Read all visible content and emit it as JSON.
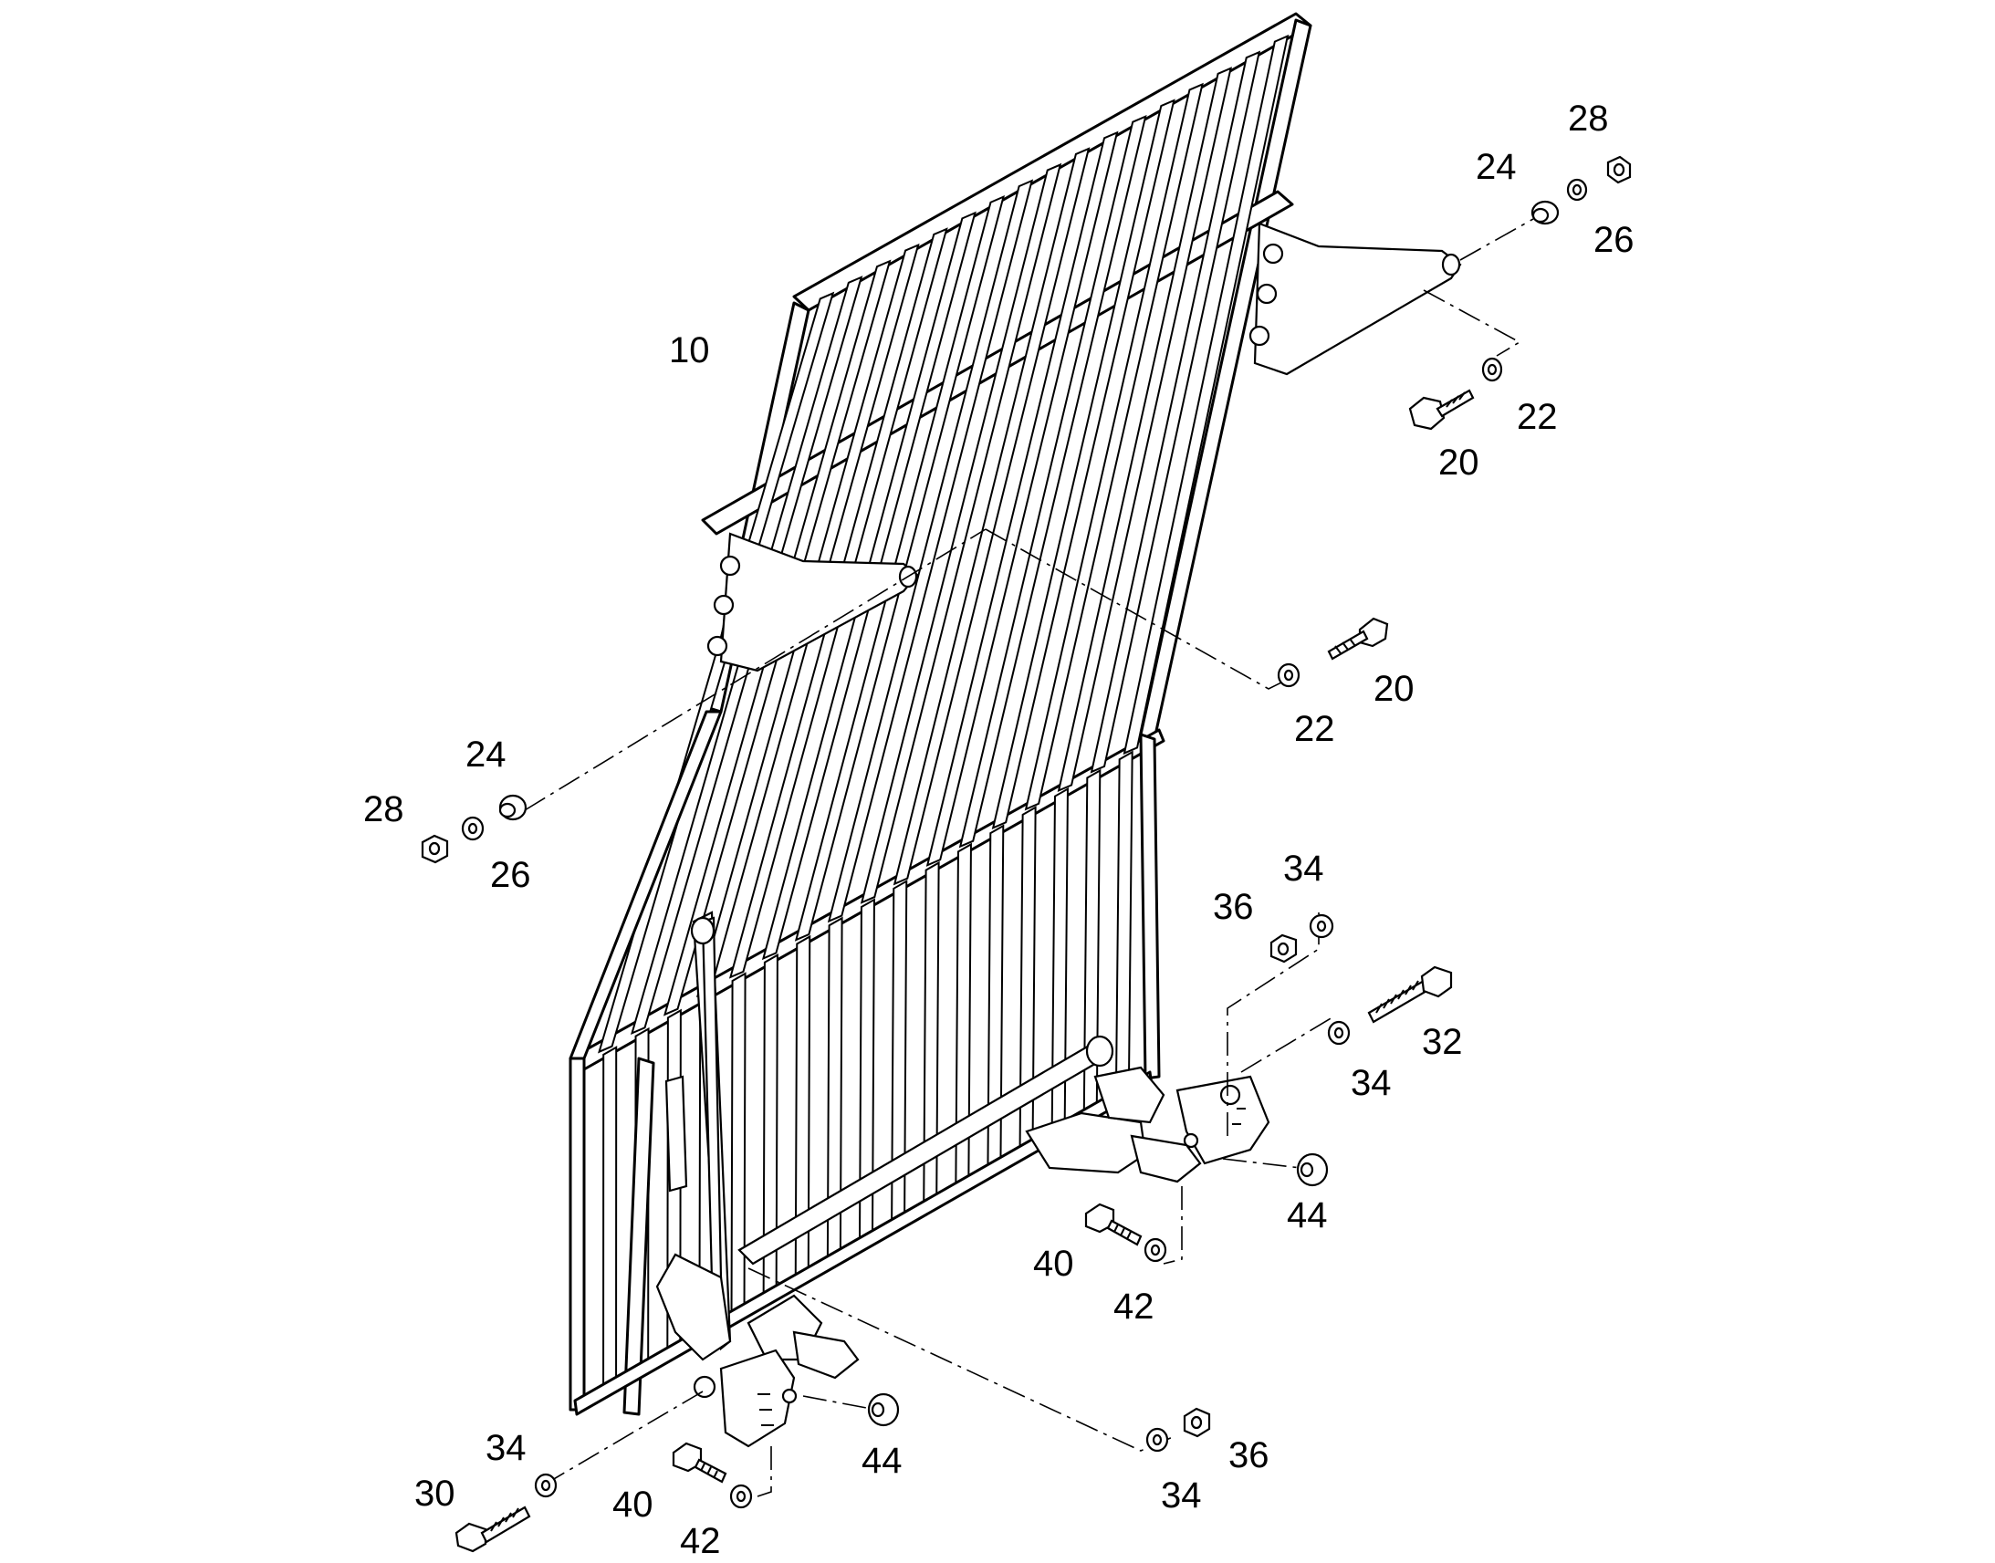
{
  "callouts": [
    {
      "id": "c10",
      "text": "10"
    },
    {
      "id": "c28a",
      "text": "28"
    },
    {
      "id": "c24a",
      "text": "24"
    },
    {
      "id": "c26a",
      "text": "26"
    },
    {
      "id": "c22a",
      "text": "22"
    },
    {
      "id": "c20a",
      "text": "20"
    },
    {
      "id": "c20b",
      "text": "20"
    },
    {
      "id": "c22b",
      "text": "22"
    },
    {
      "id": "c24b",
      "text": "24"
    },
    {
      "id": "c28b",
      "text": "28"
    },
    {
      "id": "c26b",
      "text": "26"
    },
    {
      "id": "c34a",
      "text": "34"
    },
    {
      "id": "c36a",
      "text": "36"
    },
    {
      "id": "c32",
      "text": "32"
    },
    {
      "id": "c34b",
      "text": "34"
    },
    {
      "id": "c44a",
      "text": "44"
    },
    {
      "id": "c40a",
      "text": "40"
    },
    {
      "id": "c42a",
      "text": "42"
    },
    {
      "id": "c34c",
      "text": "34"
    },
    {
      "id": "c30",
      "text": "30"
    },
    {
      "id": "c40b",
      "text": "40"
    },
    {
      "id": "c42b",
      "text": "42"
    },
    {
      "id": "c44b",
      "text": "44"
    },
    {
      "id": "c36b",
      "text": "36"
    },
    {
      "id": "c34d",
      "text": "34"
    }
  ]
}
